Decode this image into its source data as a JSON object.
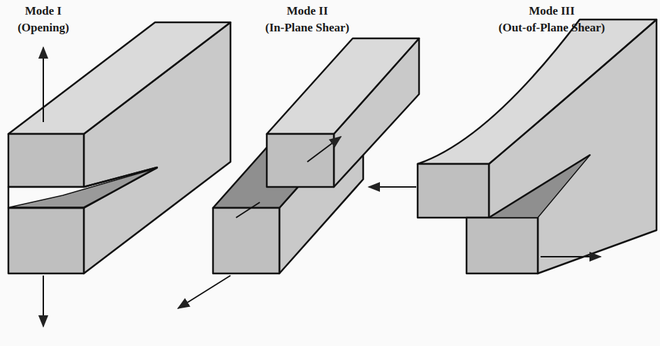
{
  "diagram": {
    "labels": [
      "Mode I",
      "(Opening)",
      "Mode II",
      "(In-Plane Shear)",
      "Mode III",
      "(Out-of-Plane Shear)"
    ]
  }
}
